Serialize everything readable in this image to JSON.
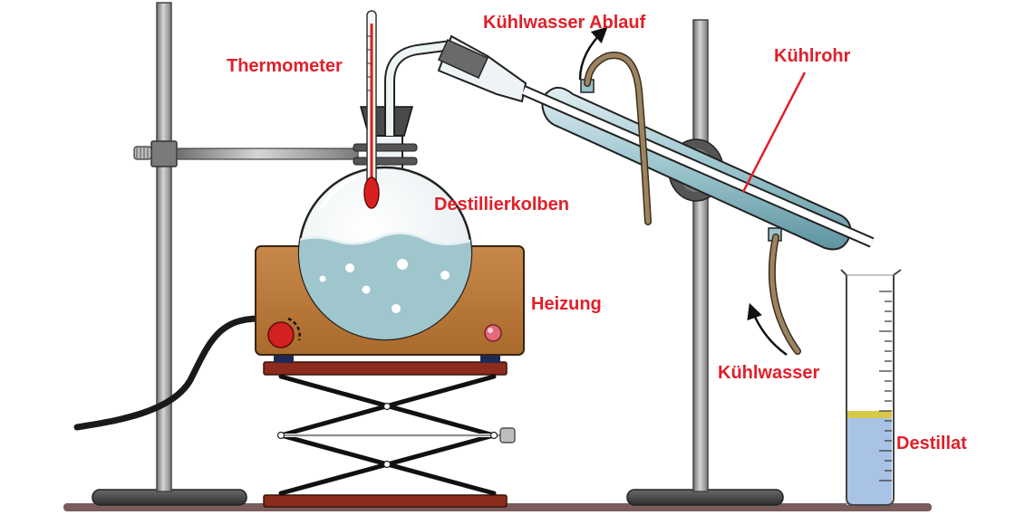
{
  "labels": {
    "thermometer": "Thermometer",
    "coolant_outlet": "Kühlwasser Ablauf",
    "condenser": "Kühlrohr",
    "flask": "Destillierkolben",
    "heating": "Heizung",
    "coolant_inlet": "Kühlwasser",
    "distillate": "Destillat"
  },
  "colors": {
    "label": "#e0202a",
    "heater": "#c07f3e",
    "liquid": "#9fc6cc",
    "distillate": "#a9c3e6",
    "distillate_surface": "#d8c84a",
    "thermometer_fluid": "#d82020",
    "hose": "#9c8460",
    "stand_metal": "#8e8e8e",
    "base": "#4a4a4a",
    "platform": "#8c2c1c",
    "floor": "#7a5c5c"
  }
}
